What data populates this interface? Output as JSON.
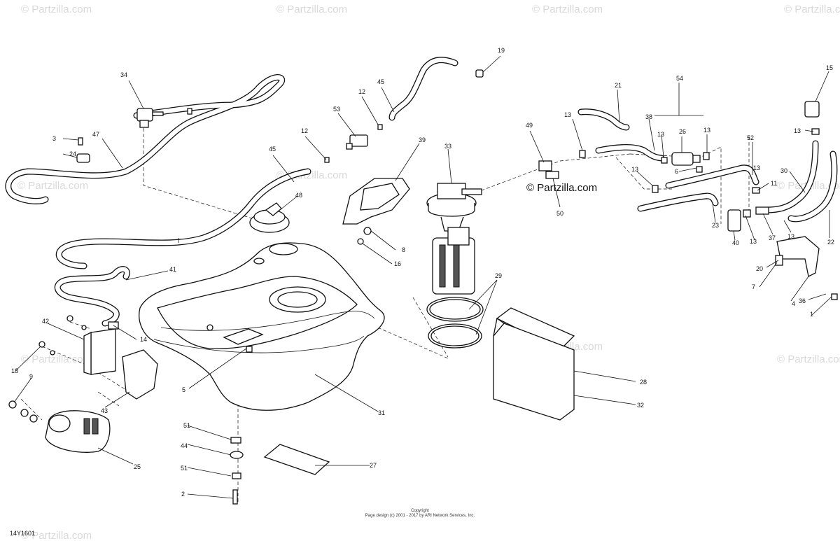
{
  "watermark": {
    "partzilla_text": "© Partzilla.com",
    "repeat_text": "© Partzilla.com"
  },
  "callouts": {
    "c1": "1",
    "c2": "2",
    "c3": "3",
    "c4": "4",
    "c5": "5",
    "c6": "6",
    "c7": "7",
    "c8": "8",
    "c9": "9",
    "c11": "11",
    "c12a": "12",
    "c12b": "12",
    "c13a": "13",
    "c13b": "13",
    "c13c": "13",
    "c13d": "13",
    "c13e": "13",
    "c13f": "13",
    "c13g": "13",
    "c13h": "13",
    "c14": "14",
    "c15": "15",
    "c16": "16",
    "c18": "18",
    "c19": "19",
    "c20": "20",
    "c21": "21",
    "c22": "22",
    "c23": "23",
    "c24": "24",
    "c25": "25",
    "c26": "26",
    "c27": "27",
    "c28": "28",
    "c29": "29",
    "c30": "30",
    "c31": "31",
    "c32": "32",
    "c33": "33",
    "c34": "34",
    "c36": "36",
    "c37": "37",
    "c38": "38",
    "c39": "39",
    "c40": "40",
    "c41": "41",
    "c42": "42",
    "c43": "43",
    "c44": "44",
    "c45a": "45",
    "c45b": "45",
    "c47": "47",
    "c48": "48",
    "c49": "49",
    "c50": "50",
    "c51a": "51",
    "c51b": "51",
    "c52": "52",
    "c53": "53",
    "c54": "54"
  },
  "footer": {
    "copyright_label": "Copyright",
    "copyright_text": "Page design (c) 2001 - 2017 by ARI Network Services, Inc.",
    "diagram_ref": "14Y1601"
  }
}
